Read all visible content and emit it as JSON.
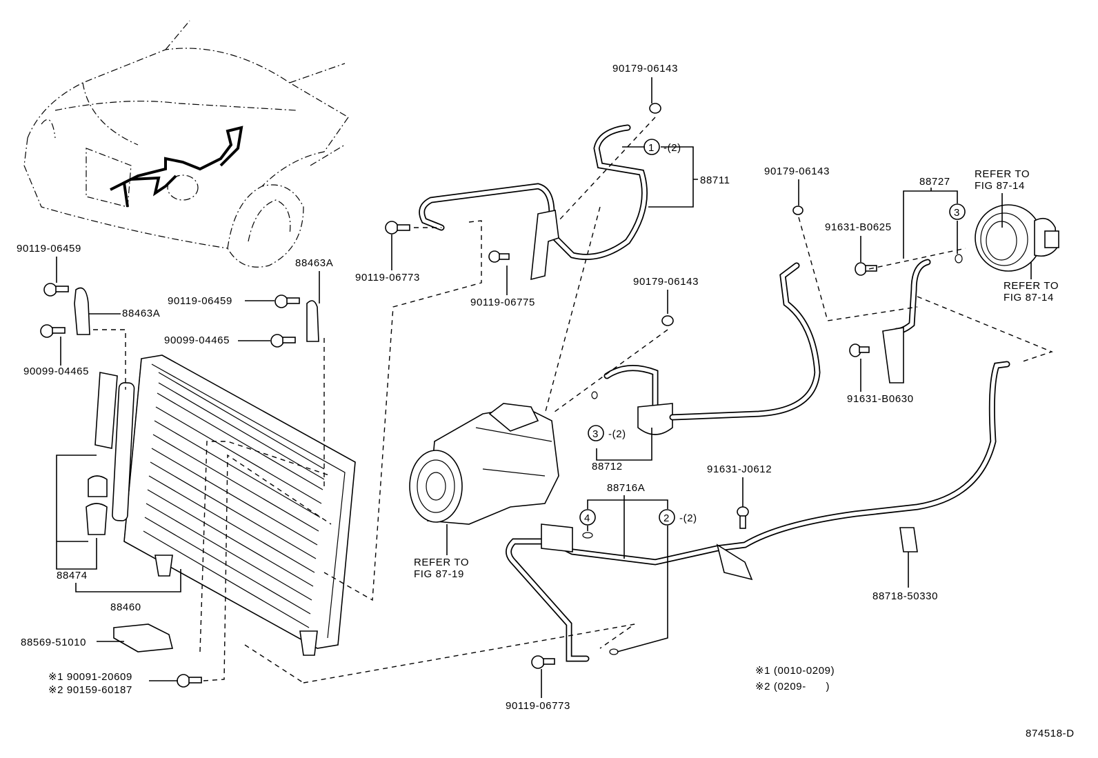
{
  "diagram": {
    "figure_id": "874518-D",
    "parts": {
      "nut_top": "90179-06143",
      "nut_mid_right": "90179-06143",
      "nut_mid": "90179-06143",
      "hose_88711": "88711",
      "bolt_06773_top": "90119-06773",
      "bolt_06775": "90119-06775",
      "pipe_88727": "88727",
      "refer_top_1": "REFER TO",
      "refer_top_2": "FIG 87-14",
      "refer_right_1": "REFER TO",
      "refer_right_2": "FIG 87-14",
      "bolt_b0625": "91631-B0625",
      "bolt_b0630": "91631-B0630",
      "bolt_06459_left": "90119-06459",
      "bolt_06459_right": "90119-06459",
      "bracket_right": "88463A",
      "bracket_left": "88463A",
      "bolt_04465_right": "90099-04465",
      "bolt_04465_left": "90099-04465",
      "hose_88712": "88712",
      "bolt_j0612": "91631-J0612",
      "pipe_88716a": "88716A",
      "refer_comp_1": "REFER TO",
      "refer_comp_2": "FIG 87-19",
      "dryer_88474": "88474",
      "condenser_88460": "88460",
      "clamp_88718": "88718-50330",
      "bracket_88569": "88569-51010",
      "bolt_alt_1": "※1 90091-20609",
      "bolt_alt_2": "※2 90159-60187",
      "bolt_06773_bottom": "90119-06773"
    },
    "callouts": {
      "c1": "1",
      "c1_qty": "-(2)",
      "c3_top": "3",
      "c3_mid": "3",
      "c3_mid_qty": "-(2)",
      "c4": "4",
      "c2": "2",
      "c2_qty": "-(2)"
    },
    "notes": {
      "note1": "※1 (0010-0209)",
      "note2": "※2 (0209-      )"
    }
  }
}
